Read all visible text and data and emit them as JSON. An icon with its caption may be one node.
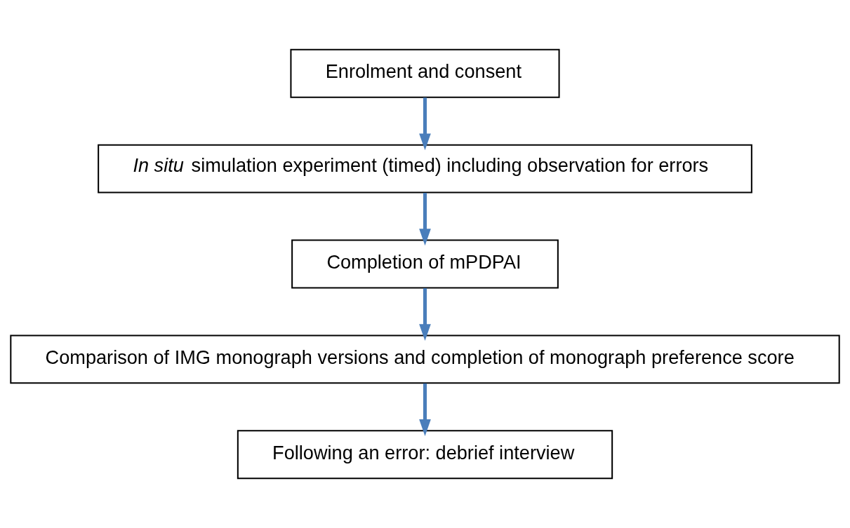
{
  "diagram": {
    "nodes": [
      {
        "text": [
          "Enrolment and consent"
        ]
      },
      {
        "text": [
          "*In situ* simulation experiment (timed) including observation for errors"
        ]
      },
      {
        "text": [
          "Completion of mPDPAI"
        ]
      },
      {
        "text": [
          "Comparison of IMG monograph versions and completion of monograph preference score"
        ]
      },
      {
        "text": [
          "Following an error: debrief interview"
        ]
      }
    ],
    "edges": [
      {
        "from": 0,
        "to": 1,
        "arrow": "to"
      },
      {
        "from": 1,
        "to": 2,
        "arrow": "to"
      },
      {
        "from": 2,
        "to": 3,
        "arrow": "to"
      },
      {
        "from": 3,
        "to": 4,
        "arrow": "to"
      }
    ]
  }
}
